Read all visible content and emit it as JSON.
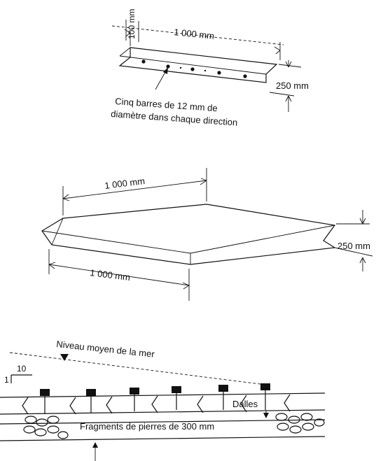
{
  "top_bar": {
    "thickness_label": "100 mm",
    "length_label": "1 000 mm",
    "depth_label": "250 mm",
    "rebar_note_line1": "Cinq barres de 12 mm de",
    "rebar_note_line2": "diamètre dans chaque direction"
  },
  "slab": {
    "top_length_label": "1 000 mm",
    "bottom_length_label": "1 000 mm",
    "depth_label": "250 mm"
  },
  "section": {
    "sea_level_label": "Niveau moyen de la mer",
    "slope_run_label": "10",
    "slope_rise_label": "1",
    "slabs_label": "Dalles",
    "stones_label": "Fragments de pierres de 300 mm"
  }
}
